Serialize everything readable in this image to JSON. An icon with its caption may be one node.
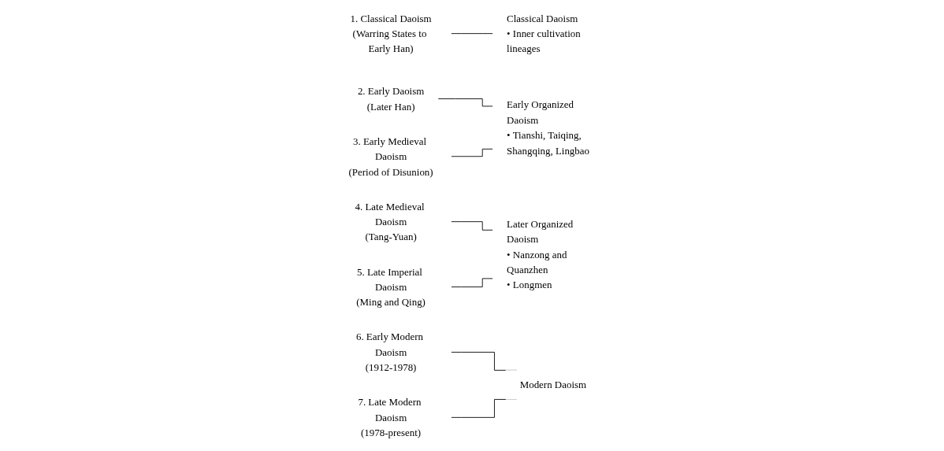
{
  "diagram": {
    "nodes": [
      {
        "text": [
          "1. Classical Daoism",
          "(Warring States to Early Han)"
        ]
      },
      {
        "text": [
          "2. Early Daoism",
          "(Later Han)"
        ]
      },
      {
        "text": [
          "3. Early Medieval Daoism",
          "(Period of Disunion)"
        ]
      },
      {
        "text": [
          "4. Late Medieval Daoism",
          "(Tang-Yuan)"
        ]
      },
      {
        "text": [
          "5. Late Imperial Daoism",
          "(Ming and Qing)"
        ]
      },
      {
        "text": [
          "6. Early Modern Daoism",
          "(1912-1978)"
        ]
      },
      {
        "text": [
          "7. Late Modern Daoism",
          "(1978-present)"
        ]
      },
      {
        "text": [
          "Classical Daoism",
          "• Inner cultivation lineages"
        ]
      },
      {
        "text": [
          "Early Organized Daoism",
          "• Tianshi, Taiqing, Shangqing, Lingbao"
        ]
      },
      {
        "text": [
          "Later Organized Daoism",
          "• Nanzong and Quanzhen",
          "• Longmen"
        ]
      },
      {
        "text": [
          "Modern Daoism"
        ]
      }
    ],
    "edges": [
      {
        "from": 0,
        "to": 7,
        "arrow": "none"
      },
      {
        "from": 1,
        "to": 8,
        "arrow": "none"
      },
      {
        "from": 2,
        "to": 8,
        "arrow": "none"
      },
      {
        "from": 3,
        "to": 9,
        "arrow": "none"
      },
      {
        "from": 4,
        "to": 9,
        "arrow": "none"
      },
      {
        "from": 5,
        "to": 10,
        "arrow": "none"
      },
      {
        "from": 6,
        "to": 10,
        "arrow": "none"
      }
    ]
  }
}
